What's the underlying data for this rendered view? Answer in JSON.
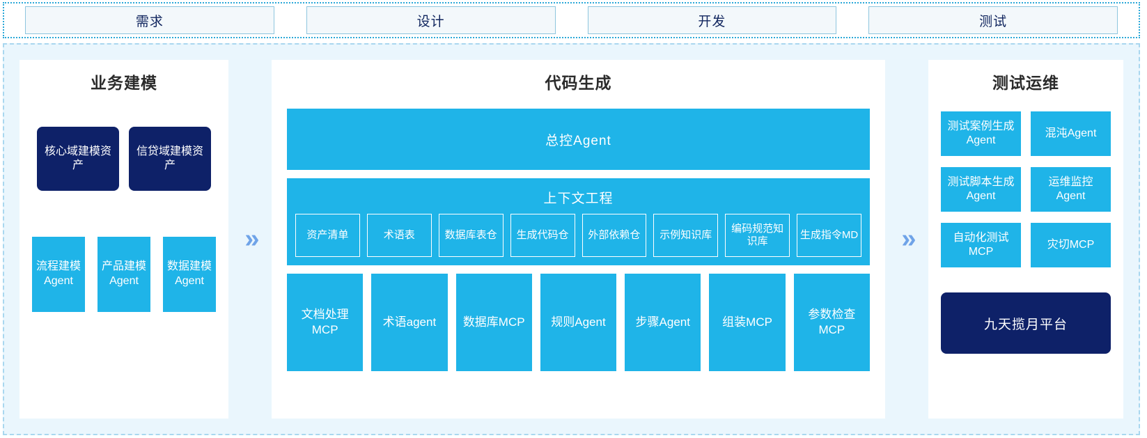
{
  "phases": [
    {
      "label": "需求"
    },
    {
      "label": "设计"
    },
    {
      "label": "开发"
    },
    {
      "label": "测试"
    }
  ],
  "arrows": {
    "glyph": "»",
    "color": "#6fa3e8"
  },
  "colors": {
    "cyan": "#1fb4e8",
    "navy": "#0e2168",
    "panel_bg": "#eaf6fd",
    "outer_border": "#2aa8d8",
    "inner_border": "#a9d7ef"
  },
  "left_panel": {
    "title": "业务建模",
    "assets": [
      {
        "label": "核心域建模资产"
      },
      {
        "label": "信贷域建模资产"
      }
    ],
    "agents": [
      {
        "label": "流程建模Agent"
      },
      {
        "label": "产品建模Agent"
      },
      {
        "label": "数据建模Agent"
      }
    ]
  },
  "center_panel": {
    "title": "代码生成",
    "master_agent": "总控Agent",
    "context_engineering": {
      "title": "上下文工程",
      "items": [
        {
          "label": "资产清单"
        },
        {
          "label": "术语表"
        },
        {
          "label": "数据库表仓"
        },
        {
          "label": "生成代码仓"
        },
        {
          "label": "外部依赖仓"
        },
        {
          "label": "示例知识库"
        },
        {
          "label": "编码规范知识库"
        },
        {
          "label": "生成指令MD"
        }
      ]
    },
    "tools": [
      {
        "label": "文档处理MCP"
      },
      {
        "label": "术语agent"
      },
      {
        "label": "数据库MCP"
      },
      {
        "label": "规则Agent"
      },
      {
        "label": "步骤Agent"
      },
      {
        "label": "组装MCP"
      },
      {
        "label": "参数检查MCP"
      }
    ]
  },
  "right_panel": {
    "title": "测试运维",
    "items": [
      {
        "label": "测试案例生成Agent"
      },
      {
        "label": "混沌Agent"
      },
      {
        "label": "测试脚本生成Agent"
      },
      {
        "label": "运维监控Agent"
      },
      {
        "label": "自动化测试MCP"
      },
      {
        "label": "灾切MCP"
      }
    ],
    "platform": "九天揽月平台"
  }
}
